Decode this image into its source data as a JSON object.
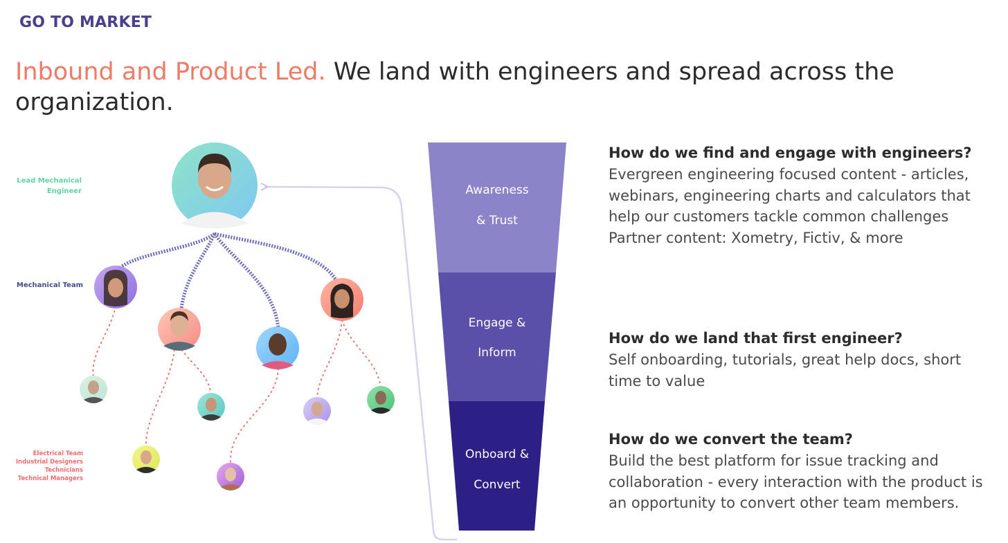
{
  "header": {
    "eyebrow": "GO TO MARKET",
    "headline_accent": "Inbound and Product Led.",
    "headline_rest": " We land with engineers and spread across the organization."
  },
  "colors": {
    "eyebrow": "#4a3f8f",
    "accent": "#ef7a66",
    "lead_label": "#5fd4a8",
    "team_label": "#4b4a8c",
    "other_label": "#f06c6c",
    "funnel_top": "#8b84c9",
    "funnel_mid": "#5a4fa9",
    "funnel_bottom": "#2c1f86",
    "connector_purple": "#6c6ab5",
    "connector_red": "#e97a7a"
  },
  "org_tree": {
    "lead_label_line1": "Lead Mechanical",
    "lead_label_line2": "Engineer",
    "team_label": "Mechanical Team",
    "other_labels": [
      "Electrical Team",
      "Industrial Designers",
      "Technicians",
      "Technical Managers"
    ]
  },
  "funnel": {
    "stages": [
      {
        "line1": "Awareness",
        "line2": "& Trust"
      },
      {
        "line1": "Engage &",
        "line2": "Inform"
      },
      {
        "line1": "Onboard &",
        "line2": "Convert"
      }
    ]
  },
  "qa": [
    {
      "question": "How do we find and engage with engineers?",
      "answer_lines": [
        "Evergreen engineering focused content - articles, webinars, engineering charts and calculators that help our customers tackle common challenges",
        "Partner content: Xometry, Fictiv, & more"
      ]
    },
    {
      "question": "How do we land that first engineer?",
      "answer_lines": [
        "Self onboarding, tutorials, great help docs, short time to value"
      ]
    },
    {
      "question": "How do we convert the team?",
      "answer_lines": [
        "Build the best platform for issue tracking and collaboration - every interaction with the product is an opportunity to convert other team members."
      ]
    }
  ]
}
